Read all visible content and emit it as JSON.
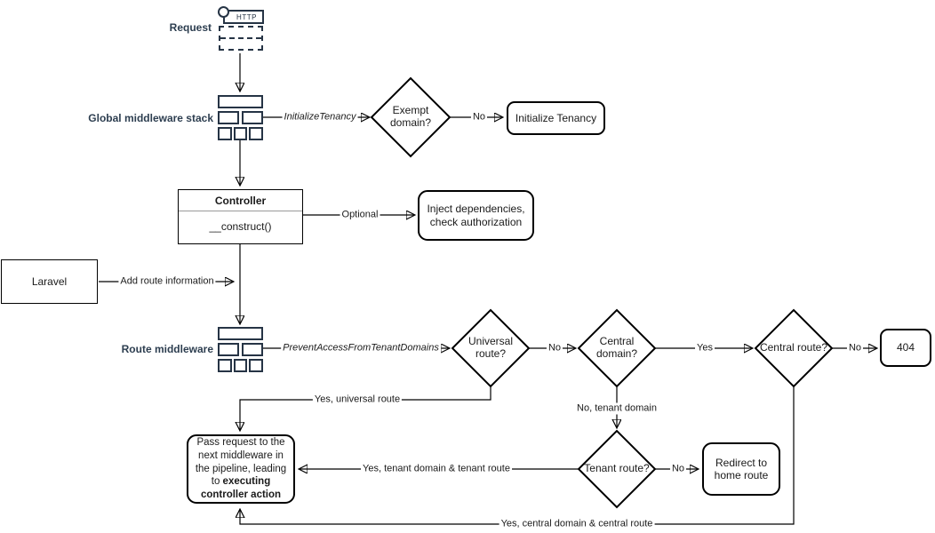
{
  "colors": {
    "background": "#ffffff",
    "shape_stroke": "#000000",
    "shape_fill": "#ffffff",
    "text": "#1a1a1a",
    "heading_text": "#2d3e50",
    "icon_stroke": "#263445"
  },
  "nodes": {
    "request": {
      "label": "Request",
      "icon": "http-request-icon",
      "http_text": "HTTP"
    },
    "global_middleware_stack": {
      "label": "Global middleware stack",
      "icon": "middleware-stack-icon"
    },
    "exempt_domain": {
      "label": "Exempt domain?"
    },
    "initialize_tenancy": {
      "label": "Initialize Tenancy"
    },
    "controller": {
      "title": "Controller",
      "member": "__construct()"
    },
    "inject_dependencies": {
      "label": "Inject dependencies, check authorization"
    },
    "laravel": {
      "label": "Laravel"
    },
    "route_middleware": {
      "label": "Route middleware",
      "icon": "middleware-stack-icon"
    },
    "universal_route": {
      "label": "Universal route?"
    },
    "central_domain": {
      "label": "Central domain?"
    },
    "central_route": {
      "label": "Central route?"
    },
    "error_404": {
      "label": "404"
    },
    "tenant_route": {
      "label": "Tenant route?"
    },
    "redirect_home": {
      "label": "Redirect to home route"
    },
    "pass_request": {
      "text": "Pass request to the next middleware in the pipeline, leading to ",
      "text_bold": "executing controller action"
    }
  },
  "edge_labels": {
    "initialize_tenancy_middleware": "InitializeTenancy",
    "exempt_no": "No",
    "controller_optional": "Optional",
    "add_route_information": "Add route information",
    "prevent_access_from_tenant_domains": "PreventAccessFromTenantDomains",
    "universal_no": "No",
    "central_domain_yes": "Yes",
    "central_route_no": "No",
    "universal_yes": "Yes, universal route",
    "central_domain_no": "No, tenant domain",
    "tenant_yes": "Yes, tenant domain & tenant route",
    "tenant_no": "No",
    "central_route_yes": "Yes, central domain & central route"
  }
}
